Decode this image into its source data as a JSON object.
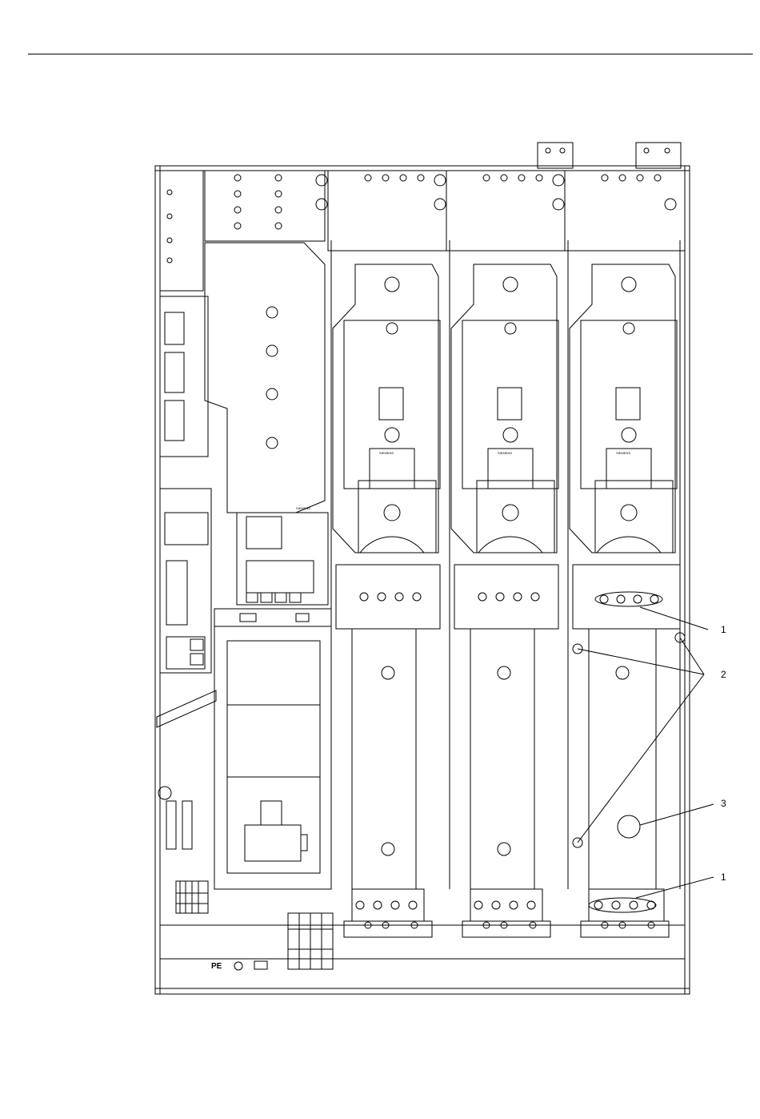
{
  "callouts": [
    {
      "id": "c1a",
      "label": "1"
    },
    {
      "id": "c2",
      "label": "2"
    },
    {
      "id": "c3",
      "label": "3"
    },
    {
      "id": "c1b",
      "label": "1"
    }
  ],
  "pe_label": "PE",
  "brand": "SIEMENS",
  "colors": {
    "line": "#000000",
    "background": "#ffffff"
  }
}
